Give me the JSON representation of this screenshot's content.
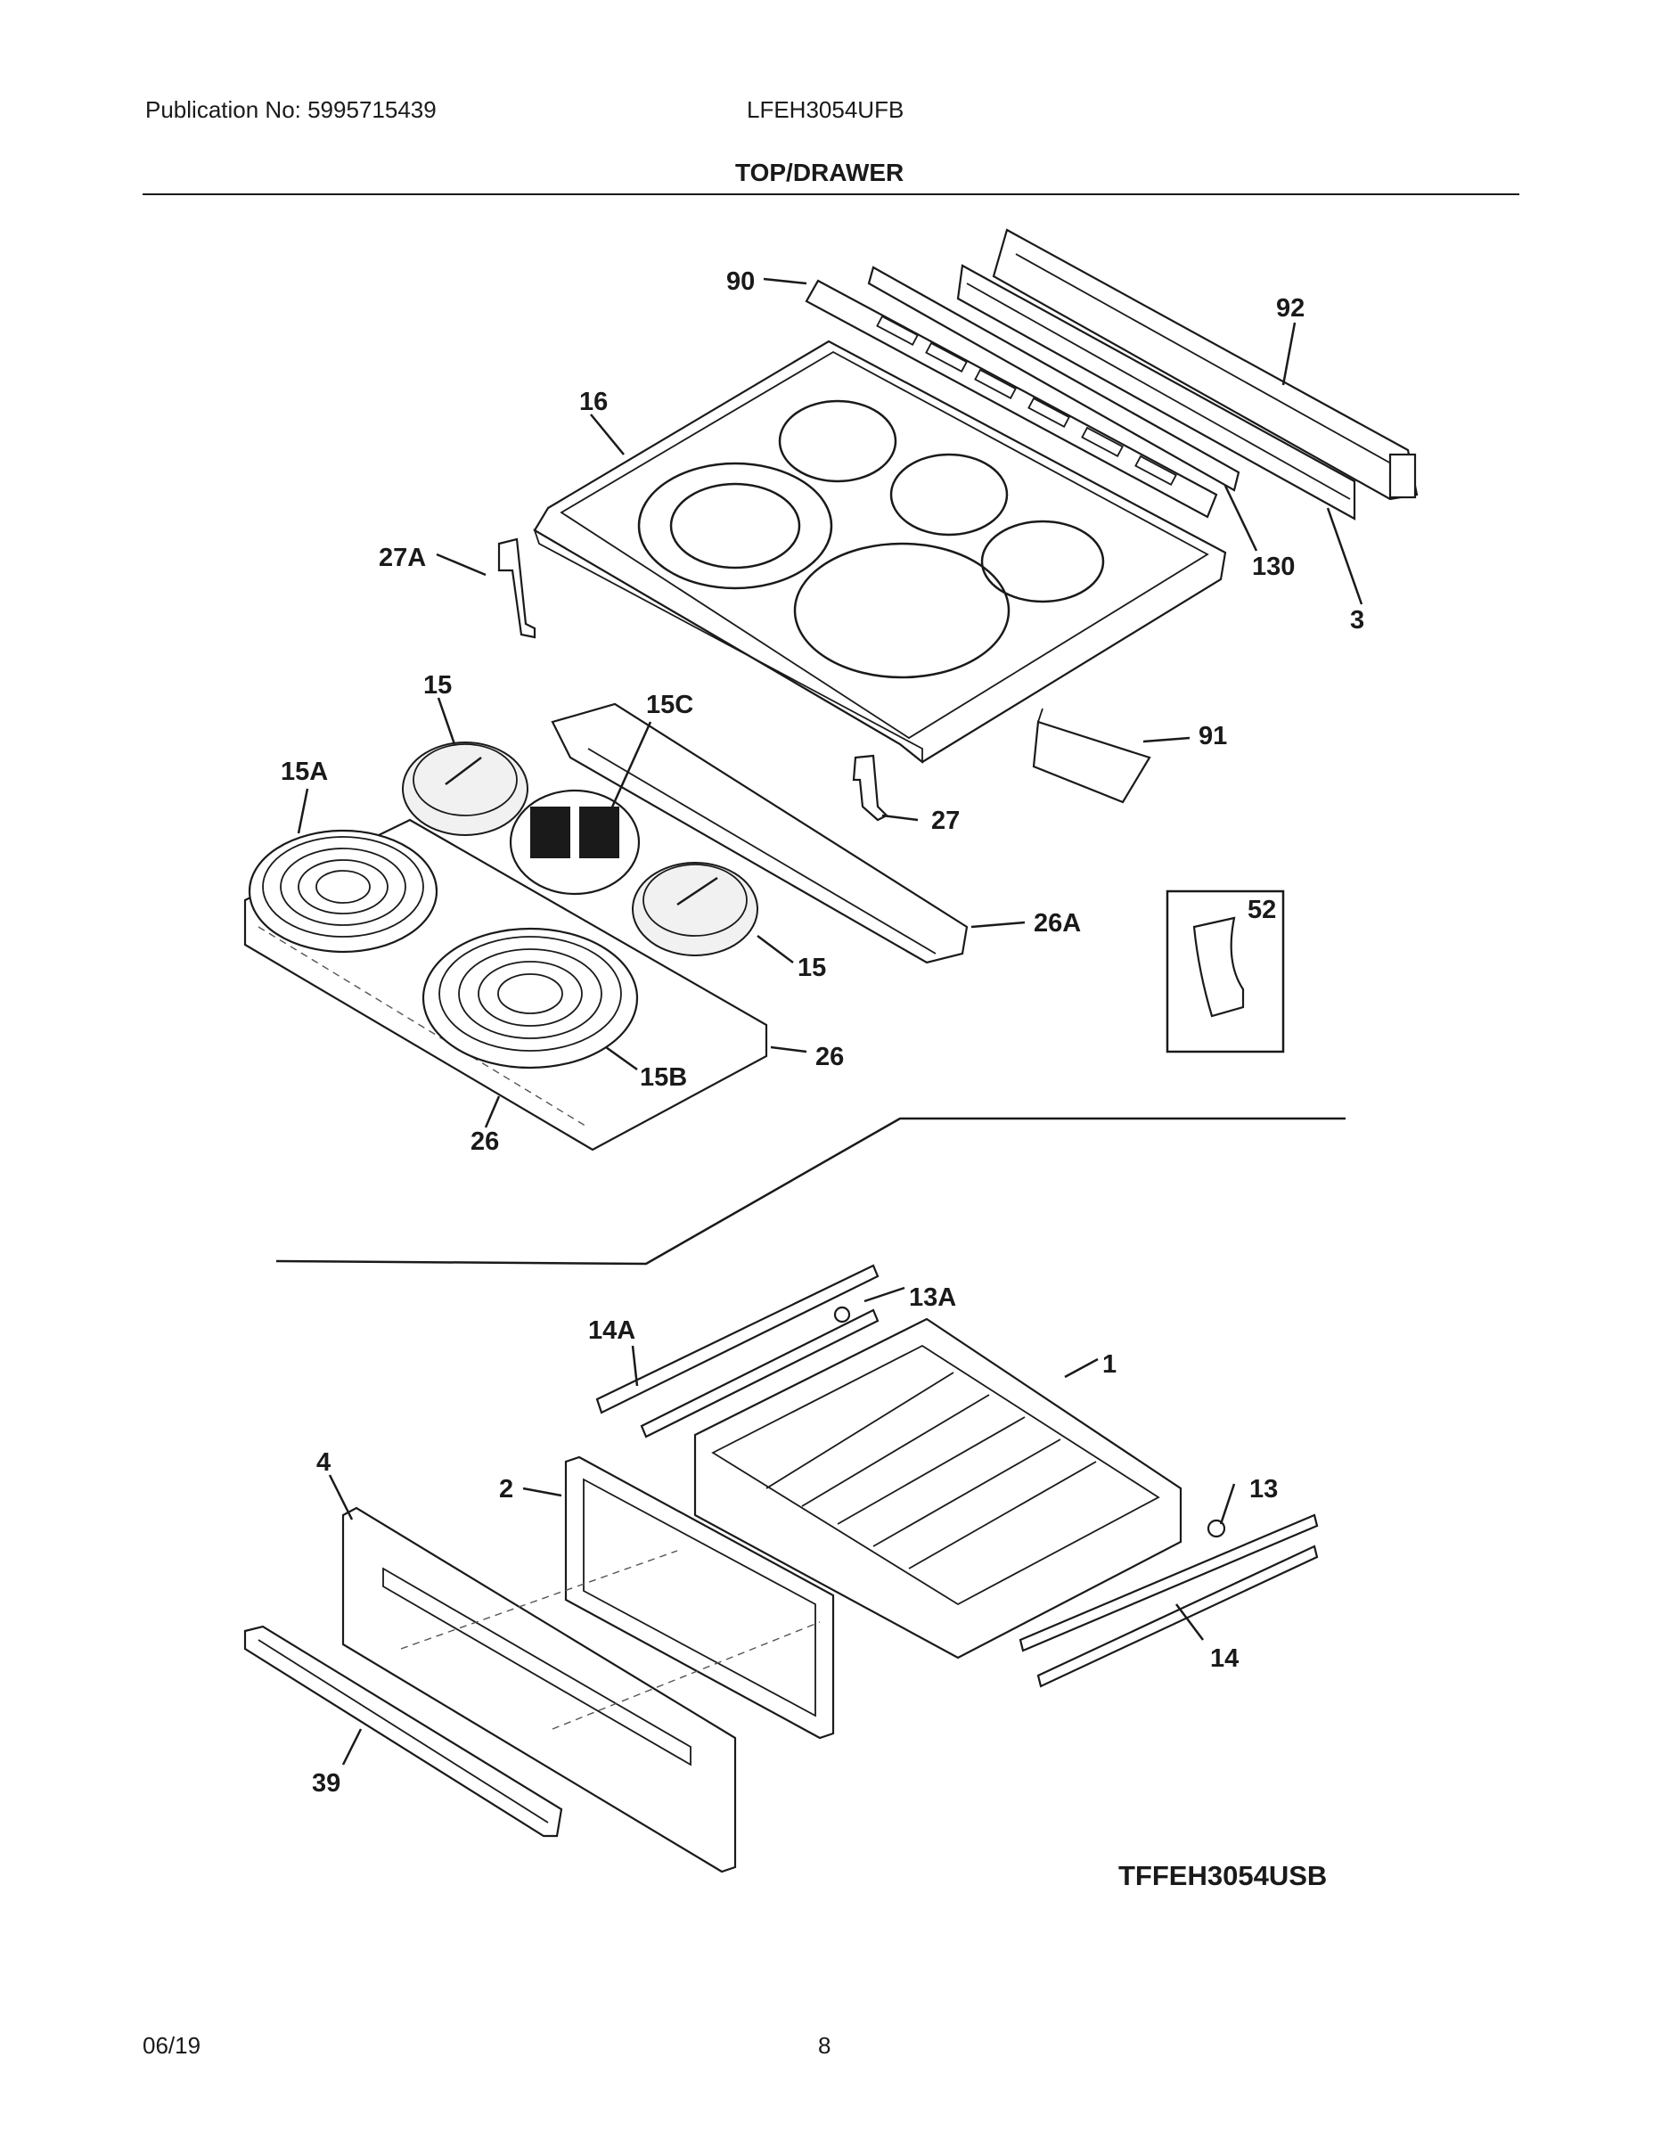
{
  "header": {
    "publication": "Publication No: 5995715439",
    "model": "LFEH3054UFB",
    "section_title": "TOP/DRAWER"
  },
  "labels": {
    "l90": "90",
    "l92": "92",
    "l16": "16",
    "l27A": "27A",
    "l130": "130",
    "l3": "3",
    "l15_top": "15",
    "l15C": "15C",
    "l15A": "15A",
    "l91": "91",
    "l27": "27",
    "l26A": "26A",
    "l52": "52",
    "l15_bottom": "15",
    "l26_right": "26",
    "l15B": "15B",
    "l26_left": "26",
    "l13A": "13A",
    "l14A": "14A",
    "l1": "1",
    "l4": "4",
    "l2": "2",
    "l13": "13",
    "l14": "14",
    "l39": "39"
  },
  "diagram_model": "TFFEH3054USB",
  "footer": {
    "date": "06/19",
    "page": "8"
  }
}
